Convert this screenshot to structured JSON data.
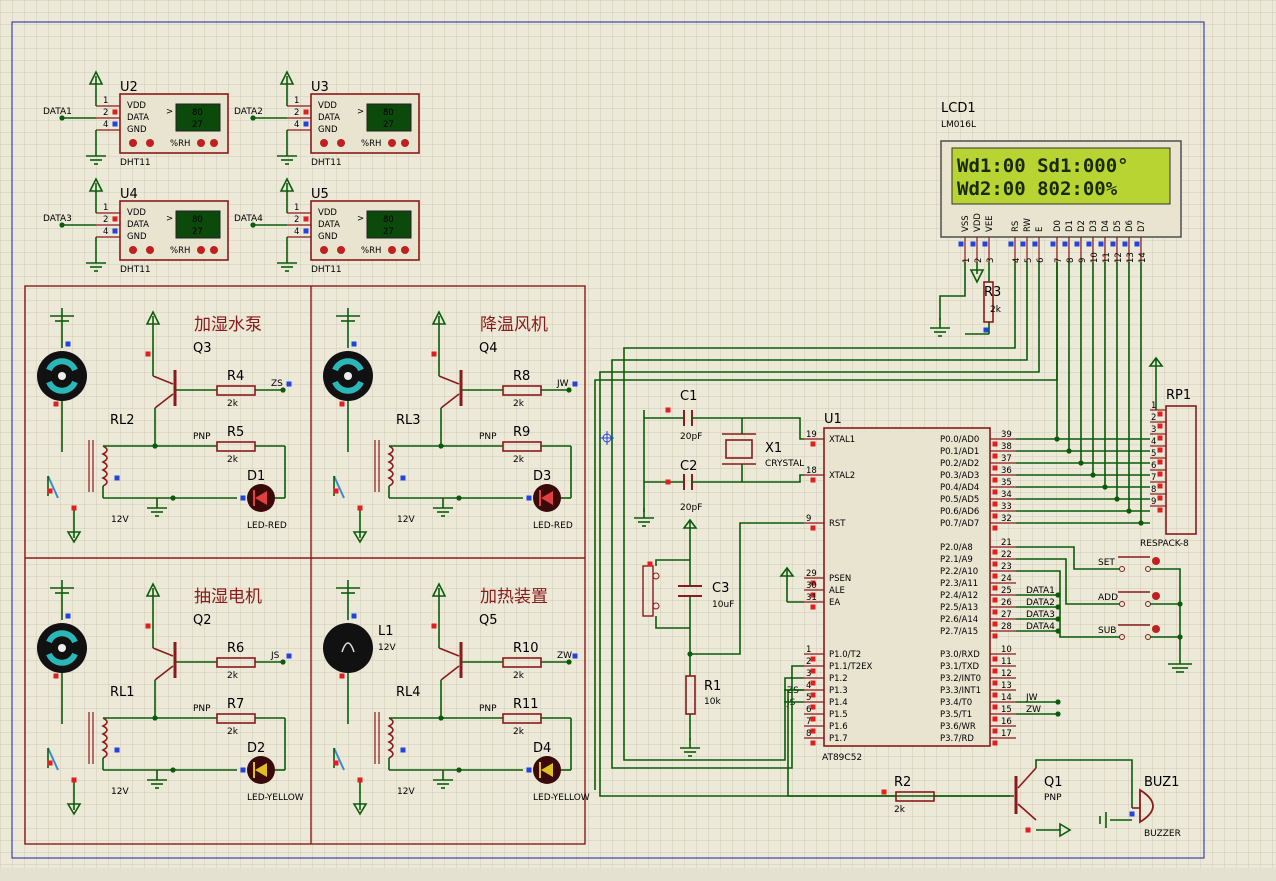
{
  "colors": {
    "wire": "#0a5c0a",
    "part": "#8b1a1a",
    "grid": "#cfcbb5",
    "bg": "#ece9d8",
    "frame": "#2020a0",
    "lcd": "#b8d432"
  },
  "lcd": {
    "ref": "LCD1",
    "model": "LM016L",
    "line1": "Wd1:00  Sd1:000°",
    "line2": "Wd2:00  802:00%",
    "pins": [
      "VSS",
      "VDD",
      "VEE",
      "RS",
      "RW",
      "E",
      "D0",
      "D1",
      "D2",
      "D3",
      "D4",
      "D5",
      "D6",
      "D7"
    ],
    "nums": [
      "1",
      "2",
      "3",
      "4",
      "5",
      "6",
      "7",
      "8",
      "9",
      "10",
      "11",
      "12",
      "13",
      "14"
    ]
  },
  "dht": [
    {
      "ref": "U2",
      "net": "DATA1",
      "model": "DHT11"
    },
    {
      "ref": "U3",
      "net": "DATA2",
      "model": "DHT11"
    },
    {
      "ref": "U4",
      "net": "DATA3",
      "model": "DHT11"
    },
    {
      "ref": "U5",
      "net": "DATA4",
      "model": "DHT11"
    }
  ],
  "dht_common": {
    "pins": [
      "VDD",
      "DATA",
      "GND"
    ],
    "nums": [
      "1",
      "2",
      "4"
    ],
    "val1": "80",
    "val2": "27",
    "unit": "%RH",
    "arrow": ">"
  },
  "blocks": [
    {
      "title": "加湿水泵",
      "q": "Q3",
      "rl": "RL2",
      "ra": "R4",
      "rb": "R5",
      "d": "D1",
      "dtype": "LED-RED",
      "net": "ZS",
      "load": "motor"
    },
    {
      "title": "降温风机",
      "q": "Q4",
      "rl": "RL3",
      "ra": "R8",
      "rb": "R9",
      "d": "D3",
      "dtype": "LED-RED",
      "net": "JW",
      "load": "motor"
    },
    {
      "title": "抽湿电机",
      "q": "Q2",
      "rl": "RL1",
      "ra": "R6",
      "rb": "R7",
      "d": "D2",
      "dtype": "LED-YELLOW",
      "net": "JS",
      "load": "motor"
    },
    {
      "title": "加热装置",
      "q": "Q5",
      "rl": "RL4",
      "ra": "R10",
      "rb": "R11",
      "d": "D4",
      "dtype": "LED-YELLOW",
      "net": "ZW",
      "load": "lamp",
      "lref": "L1",
      "lval": "12V"
    }
  ],
  "block_common": {
    "pnp": "PNP",
    "rval": "2k",
    "v12": "12V"
  },
  "mcu": {
    "ref": "U1",
    "model": "AT89C52",
    "left": [
      {
        "n": "19",
        "name": "XTAL1"
      },
      {
        "n": "18",
        "name": "XTAL2"
      },
      {
        "n": "9",
        "name": "RST"
      },
      {
        "n": "29",
        "name": "PSEN"
      },
      {
        "n": "30",
        "name": "ALE"
      },
      {
        "n": "31",
        "name": "EA"
      },
      {
        "n": "1",
        "name": "P1.0/T2"
      },
      {
        "n": "2",
        "name": "P1.1/T2EX"
      },
      {
        "n": "3",
        "name": "P1.2"
      },
      {
        "n": "4",
        "name": "P1.3"
      },
      {
        "n": "5",
        "name": "P1.4"
      },
      {
        "n": "6",
        "name": "P1.5"
      },
      {
        "n": "7",
        "name": "P1.6"
      },
      {
        "n": "8",
        "name": "P1.7"
      }
    ],
    "right": [
      {
        "n": "39",
        "name": "P0.0/AD0"
      },
      {
        "n": "38",
        "name": "P0.1/AD1"
      },
      {
        "n": "37",
        "name": "P0.2/AD2"
      },
      {
        "n": "36",
        "name": "P0.3/AD3"
      },
      {
        "n": "35",
        "name": "P0.4/AD4"
      },
      {
        "n": "34",
        "name": "P0.5/AD5"
      },
      {
        "n": "33",
        "name": "P0.6/AD6"
      },
      {
        "n": "32",
        "name": "P0.7/AD7"
      },
      {
        "n": "21",
        "name": "P2.0/A8"
      },
      {
        "n": "22",
        "name": "P2.1/A9"
      },
      {
        "n": "23",
        "name": "P2.2/A10"
      },
      {
        "n": "24",
        "name": "P2.3/A11"
      },
      {
        "n": "25",
        "name": "P2.4/A12"
      },
      {
        "n": "26",
        "name": "P2.5/A13"
      },
      {
        "n": "27",
        "name": "P2.6/A14"
      },
      {
        "n": "28",
        "name": "P2.7/A15"
      },
      {
        "n": "10",
        "name": "P3.0/RXD"
      },
      {
        "n": "11",
        "name": "P3.1/TXD"
      },
      {
        "n": "12",
        "name": "P3.2/INT0"
      },
      {
        "n": "13",
        "name": "P3.3/INT1"
      },
      {
        "n": "14",
        "name": "P3.4/T0"
      },
      {
        "n": "15",
        "name": "P3.5/T1"
      },
      {
        "n": "16",
        "name": "P3.6/WR"
      },
      {
        "n": "17",
        "name": "P3.7/RD"
      }
    ],
    "right_nets": {
      "25": "DATA1",
      "26": "DATA2",
      "27": "DATA3",
      "28": "DATA4",
      "14": "JW",
      "15": "ZW"
    },
    "left_nets": {
      "4": "ZS",
      "5": "JS"
    }
  },
  "parts": {
    "c1": {
      "ref": "C1",
      "val": "20pF"
    },
    "c2": {
      "ref": "C2",
      "val": "20pF"
    },
    "x1": {
      "ref": "X1",
      "val": "CRYSTAL"
    },
    "c3": {
      "ref": "C3",
      "val": "10uF"
    },
    "r1": {
      "ref": "R1",
      "val": "10k"
    },
    "r2": {
      "ref": "R2",
      "val": "2k"
    },
    "r3": {
      "ref": "R3",
      "val": "2k"
    },
    "q1": {
      "ref": "Q1",
      "val": "PNP"
    },
    "buz": {
      "ref": "BUZ1",
      "val": "BUZZER"
    },
    "rp1": {
      "ref": "RP1",
      "val": "RESPACK-8",
      "nums": [
        "1",
        "2",
        "3",
        "4",
        "5",
        "6",
        "7",
        "8",
        "9"
      ]
    },
    "buttons": [
      "SET",
      "ADD",
      "SUB"
    ]
  }
}
